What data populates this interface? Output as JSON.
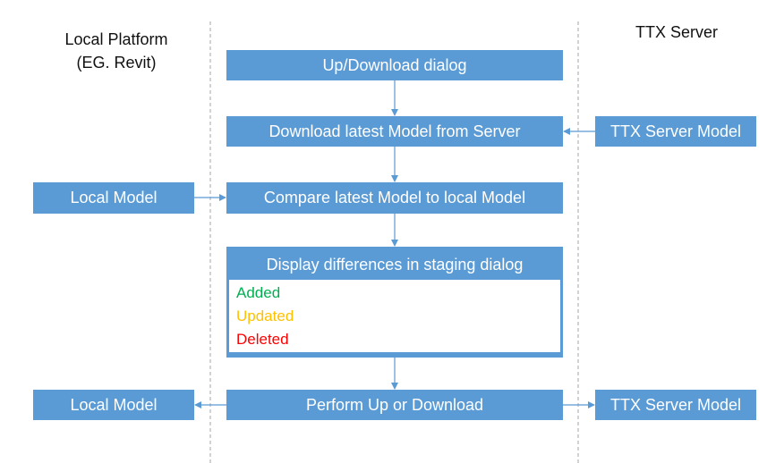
{
  "lanes": {
    "local": {
      "line1": "Local Platform",
      "line2": "(EG. Revit)"
    },
    "server": {
      "label": "TTX Server"
    }
  },
  "boxes": {
    "updownload_dialog": "Up/Download dialog",
    "download_latest": "Download latest Model from Server",
    "server_model_top": "TTX Server Model",
    "local_model_top": "Local Model",
    "compare": "Compare latest Model to local Model",
    "perform": "Perform Up or Download",
    "local_model_bottom": "Local Model",
    "server_model_bottom": "TTX Server Model"
  },
  "staging": {
    "title": "Display differences in staging dialog",
    "items": [
      {
        "label": "Added",
        "color": "#00b050"
      },
      {
        "label": "Updated",
        "color": "#ffc000"
      },
      {
        "label": "Deleted",
        "color": "#ff0000"
      }
    ]
  },
  "colors": {
    "box": "#5b9bd5",
    "arrow": "#5b9bd5",
    "divider": "#a6a6a6"
  }
}
